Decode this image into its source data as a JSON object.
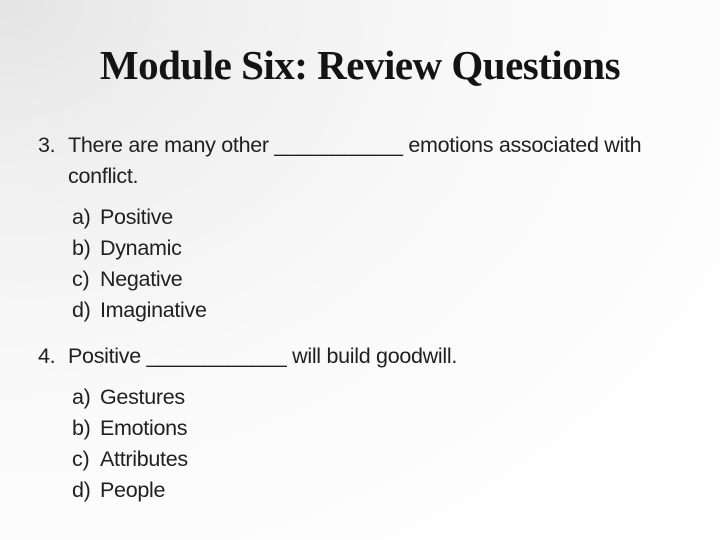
{
  "slide": {
    "title": "Module Six: Review Questions",
    "colors": {
      "title_text": "#141414",
      "body_text": "#1f1f1f",
      "background_light": "#ffffff",
      "background_shade": "#e4e4e4"
    },
    "questions": [
      {
        "number": "3.",
        "text": "There are many other ___________ emotions associated with conflict.",
        "options": [
          {
            "label": "a)",
            "text": "Positive"
          },
          {
            "label": "b)",
            "text": "Dynamic"
          },
          {
            "label": "c)",
            "text": "Negative"
          },
          {
            "label": "d)",
            "text": "Imaginative"
          }
        ]
      },
      {
        "number": "4.",
        "text": "Positive ____________ will build goodwill.",
        "options": [
          {
            "label": "a)",
            "text": "Gestures"
          },
          {
            "label": "b)",
            "text": "Emotions"
          },
          {
            "label": "c)",
            "text": "Attributes"
          },
          {
            "label": "d)",
            "text": "People"
          }
        ]
      }
    ]
  }
}
